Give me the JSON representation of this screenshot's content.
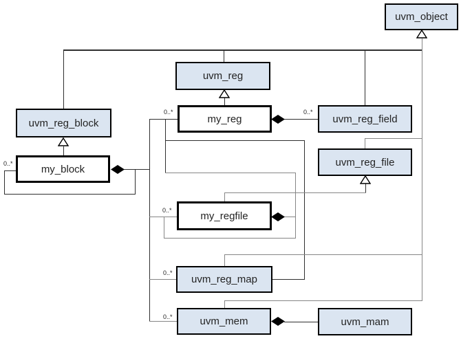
{
  "multiplicity": "0..*",
  "nodes": [
    {
      "label": "uvm_object",
      "kind": "uvm-base"
    },
    {
      "label": "uvm_reg",
      "kind": "uvm-base"
    },
    {
      "label": "my_reg",
      "kind": "user"
    },
    {
      "label": "uvm_reg_field",
      "kind": "uvm-base"
    },
    {
      "label": "uvm_reg_block",
      "kind": "uvm-base"
    },
    {
      "label": "my_block",
      "kind": "user"
    },
    {
      "label": "uvm_reg_file",
      "kind": "uvm-base"
    },
    {
      "label": "my_regfile",
      "kind": "user"
    },
    {
      "label": "uvm_reg_map",
      "kind": "uvm-base"
    },
    {
      "label": "uvm_mem",
      "kind": "uvm-base"
    },
    {
      "label": "uvm_mam",
      "kind": "uvm-base"
    }
  ],
  "colors": {
    "base_class_fill": "#dbe5f1",
    "user_class_fill": "#ffffff",
    "box_border": "#000000",
    "line_dark": "#2e2e2e",
    "line_gray": "#858585",
    "text": "#232323",
    "background": "#ffffff"
  },
  "relationships": {
    "inheritance": [
      {
        "child": "uvm_reg_block",
        "parent": "uvm_object"
      },
      {
        "child": "uvm_reg",
        "parent": "uvm_object"
      },
      {
        "child": "uvm_reg_field",
        "parent": "uvm_object"
      },
      {
        "child": "uvm_reg_file",
        "parent": "uvm_object"
      },
      {
        "child": "uvm_reg_map",
        "parent": "uvm_object"
      },
      {
        "child": "uvm_mem",
        "parent": "uvm_object"
      },
      {
        "child": "my_block",
        "parent": "uvm_reg_block"
      },
      {
        "child": "my_reg",
        "parent": "uvm_reg"
      },
      {
        "child": "my_regfile",
        "parent": "uvm_reg_file"
      }
    ],
    "composition": [
      {
        "owner": "my_block",
        "part": "my_reg",
        "multiplicity": "0..*"
      },
      {
        "owner": "my_block",
        "part": "my_regfile",
        "multiplicity": "0..*"
      },
      {
        "owner": "my_block",
        "part": "uvm_reg_map",
        "multiplicity": "0..*"
      },
      {
        "owner": "my_block",
        "part": "uvm_mem",
        "multiplicity": "0..*"
      },
      {
        "owner": "my_block",
        "part": "my_block",
        "multiplicity": "0..*"
      },
      {
        "owner": "my_reg",
        "part": "uvm_reg_field",
        "multiplicity": "0..*"
      },
      {
        "owner": "my_regfile",
        "part": "my_reg",
        "multiplicity": "0..*"
      },
      {
        "owner": "my_regfile",
        "part": "my_regfile",
        "multiplicity": "0..*"
      },
      {
        "owner": "uvm_mem",
        "part": "uvm_mam",
        "multiplicity": ""
      }
    ],
    "association": [
      {
        "from": "uvm_reg_map",
        "to": "my_reg"
      }
    ]
  }
}
